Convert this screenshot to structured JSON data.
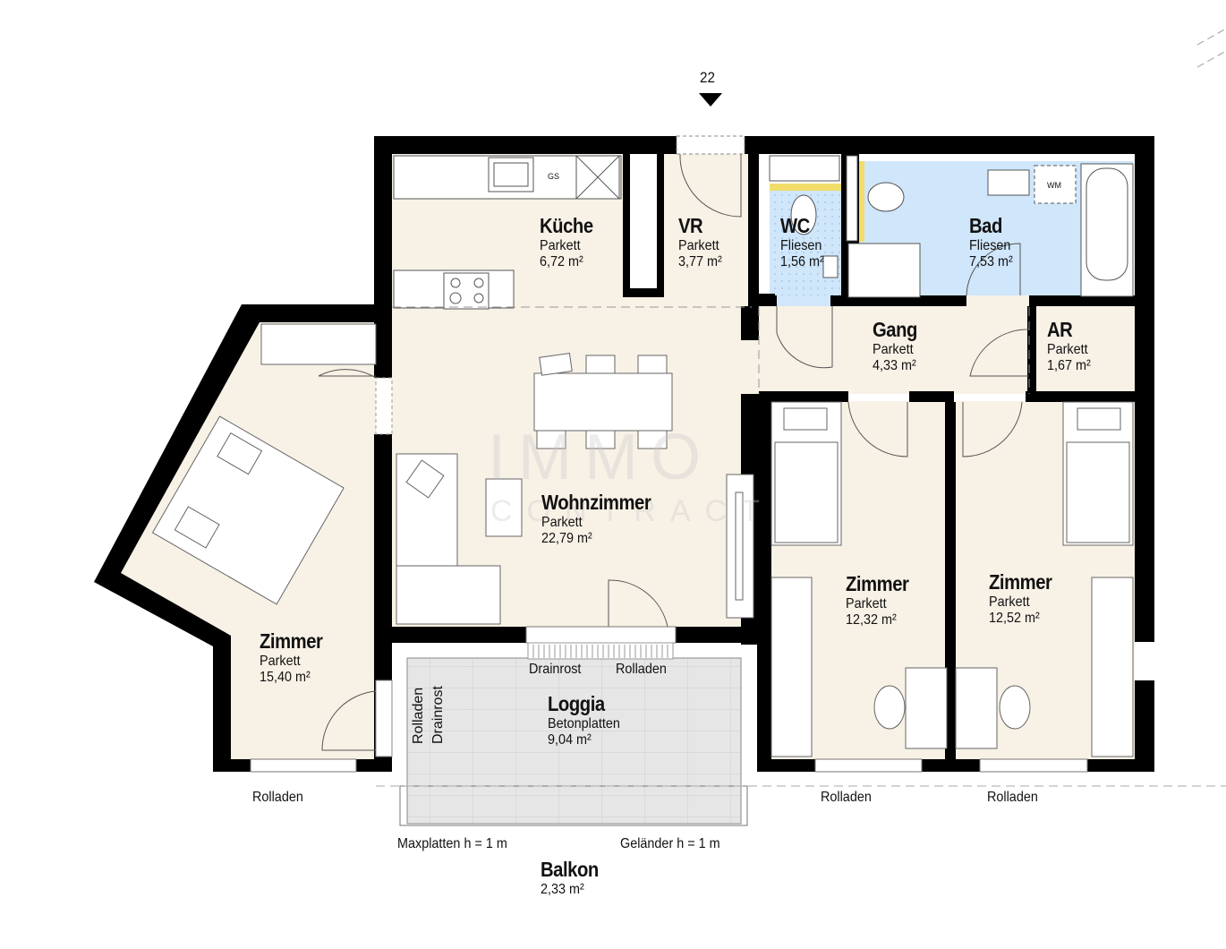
{
  "entrance": {
    "label": "22",
    "icon": "triangle-down-icon"
  },
  "watermark": {
    "line1": "IMMO",
    "line2": "CONTRACT"
  },
  "colors": {
    "wall": "#000000",
    "floor_parkett": "#f8f1e6",
    "floor_fliesen": "#cfe6fb",
    "floor_beton": "#e4e4e4",
    "accent_yellow": "#f2dc6a"
  },
  "rooms": [
    {
      "id": "kueche",
      "name": "Küche",
      "floor": "Parkett",
      "area": "6,72 m²"
    },
    {
      "id": "vr",
      "name": "VR",
      "floor": "Parkett",
      "area": "3,77 m²"
    },
    {
      "id": "wc",
      "name": "WC",
      "floor": "Fliesen",
      "area": "1,56 m²"
    },
    {
      "id": "bad",
      "name": "Bad",
      "floor": "Fliesen",
      "area": "7,53 m²"
    },
    {
      "id": "gang",
      "name": "Gang",
      "floor": "Parkett",
      "area": "4,33 m²"
    },
    {
      "id": "ar",
      "name": "AR",
      "floor": "Parkett",
      "area": "1,67 m²"
    },
    {
      "id": "wohnzimmer",
      "name": "Wohnzimmer",
      "floor": "Parkett",
      "area": "22,79 m²"
    },
    {
      "id": "zimmer_left",
      "name": "Zimmer",
      "floor": "Parkett",
      "area": "15,40 m²"
    },
    {
      "id": "zimmer_mid",
      "name": "Zimmer",
      "floor": "Parkett",
      "area": "12,32 m²"
    },
    {
      "id": "zimmer_right",
      "name": "Zimmer",
      "floor": "Parkett",
      "area": "12,52 m²"
    },
    {
      "id": "loggia",
      "name": "Loggia",
      "floor": "Betonplatten",
      "area": "9,04 m²"
    },
    {
      "id": "balkon",
      "name": "Balkon",
      "floor": "",
      "area": "2,33 m²"
    }
  ],
  "fixtures": {
    "gs": "GS",
    "wm": "WM"
  },
  "annotations": {
    "rolladen_left": "Rolladen",
    "rolladen_mid": "Rolladen",
    "rolladen_right": "Rolladen",
    "loggia_drainrost_top": "Drainrost",
    "loggia_rolladen_top": "Rolladen",
    "loggia_rolladen_side": "Rolladen",
    "loggia_drainrost_side": "Drainrost",
    "maxplatten": "Maxplatten h = 1 m",
    "gelaender": "Geländer h = 1 m"
  }
}
